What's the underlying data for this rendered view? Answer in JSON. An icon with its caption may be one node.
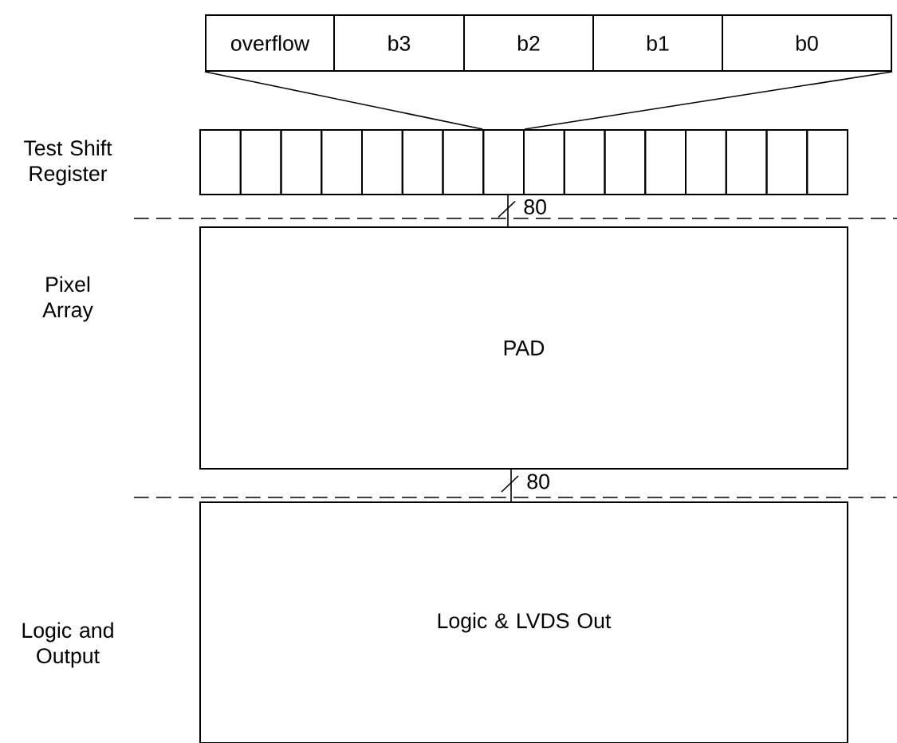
{
  "diagram": {
    "nodes": [
      {
        "text": [
          "overflow"
        ]
      },
      {
        "text": [
          "b3"
        ]
      },
      {
        "text": [
          "b2"
        ]
      },
      {
        "text": [
          "b1"
        ]
      },
      {
        "text": [
          "b0"
        ]
      },
      {
        "text": [],
        "shape": "box"
      },
      {
        "text": [],
        "shape": "box",
        "in": 5
      },
      {
        "text": [],
        "shape": "box",
        "in": 5
      },
      {
        "text": [],
        "shape": "box",
        "in": 5
      },
      {
        "text": [],
        "shape": "box",
        "in": 5
      },
      {
        "text": [],
        "shape": "box",
        "in": 5
      },
      {
        "text": [],
        "shape": "box",
        "in": 5
      },
      {
        "text": [],
        "shape": "box",
        "in": 5
      },
      {
        "text": [],
        "shape": "box",
        "in": 5
      },
      {
        "text": [],
        "shape": "box",
        "in": 5
      },
      {
        "text": [],
        "shape": "box",
        "in": 5
      },
      {
        "text": [],
        "shape": "box",
        "in": 5
      },
      {
        "text": [],
        "shape": "box",
        "in": 5
      },
      {
        "text": [],
        "shape": "box",
        "in": 5
      },
      {
        "text": [],
        "shape": "box",
        "in": 5
      },
      {
        "text": [],
        "shape": "box",
        "in": 5
      },
      {
        "text": [],
        "shape": "box",
        "in": 5
      },
      {
        "text": [
          "PAD"
        ]
      },
      {
        "text": [
          "Logic & LVDS Out"
        ]
      }
    ],
    "edges": [
      {
        "from": 0,
        "to": 13,
        "arrow": "none"
      },
      {
        "from": 4,
        "to": 13,
        "arrow": "none"
      },
      {
        "from": 5,
        "to": 22,
        "arrow": "none",
        "label": "80"
      },
      {
        "from": 22,
        "to": 23,
        "arrow": "none",
        "label": "80"
      }
    ],
    "labels": [
      "Test Shift Register",
      "Pixel Array",
      "Logic and Output"
    ]
  }
}
